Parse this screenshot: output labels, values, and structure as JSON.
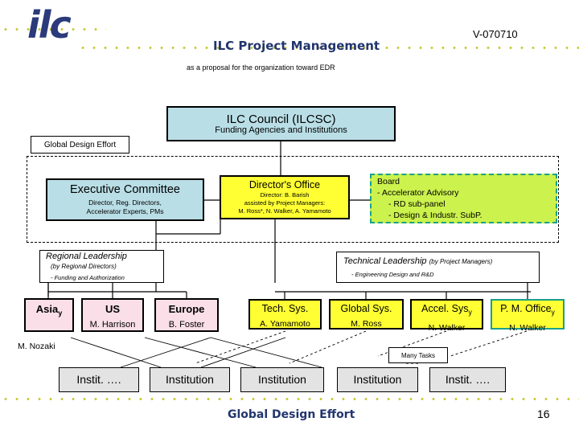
{
  "header": {
    "logo_text": "ilc",
    "title": "ILC Project Management",
    "subtitle": "as a proposal for the organization toward EDR",
    "version": "V-070710"
  },
  "colors": {
    "council_fill": "#b9dee6",
    "exec_fill": "#b9dee6",
    "director_fill": "#ffff33",
    "board_fill": "#ccf24d",
    "board_border": "#1aa08c",
    "region_fill": "#fadfe8",
    "system_fill": "#ffff33",
    "pm_office_border": "#1aa08c",
    "institution_fill": "#e3e3e3",
    "title_navy": "#22356e",
    "dot_olive": "#c8c832"
  },
  "diagram": {
    "gde_label": "Global Design Effort",
    "council": {
      "title": "ILC Council  (ILCSC)",
      "subtitle": "Funding Agencies and Institutions"
    },
    "executive_committee": {
      "title": "Executive Committee",
      "line1": "Director, Reg. Directors,",
      "line2": "Accelerator Experts, PMs"
    },
    "directors_office": {
      "title": "Director's Office",
      "line1": "Director:    B. Barish",
      "line2": "assisted by Project Managers:",
      "line3": "M. Ross*, N. Walker, A. Yamamoto"
    },
    "board": {
      "line1": "Board",
      "line2": "- Accelerator Advisory",
      "line3": "- RD sub-panel",
      "line4": "- Design & Industr. SubP."
    },
    "regional_leadership": {
      "title": "Regional Leadership",
      "subtitle": "(by Regional Directors)",
      "bullet": "- Funding and Authorization"
    },
    "technical_leadership": {
      "title": "Technical Leadership",
      "subtitle": "(by Project Managers)",
      "bullet": "- Engineering Design and R&D"
    },
    "regions": [
      {
        "name": "Asia",
        "sub": "y",
        "person": "M. Nozaki",
        "person_outside": true
      },
      {
        "name": "US",
        "sub": "",
        "person": "M. Harrison",
        "person_outside": false
      },
      {
        "name": "Europe",
        "sub": "",
        "person": "B. Foster",
        "person_outside": false
      }
    ],
    "systems": [
      {
        "name": "Tech. Sys.",
        "sub": "",
        "person": "A. Yamamoto"
      },
      {
        "name": "Global Sys.",
        "sub": "",
        "person": "M. Ross"
      },
      {
        "name": "Accel. Sys",
        "sub": "y",
        "person": "N. Walker"
      },
      {
        "name": "P. M. Office",
        "sub": "y",
        "person": "N. Walker"
      }
    ],
    "many_tasks": "Many Tasks",
    "institutions": [
      "Instit.  ….",
      "Institution",
      "Institution",
      "Institution",
      "Instit. …."
    ]
  },
  "footer": {
    "title": "Global Design Effort",
    "page_number": "16"
  }
}
